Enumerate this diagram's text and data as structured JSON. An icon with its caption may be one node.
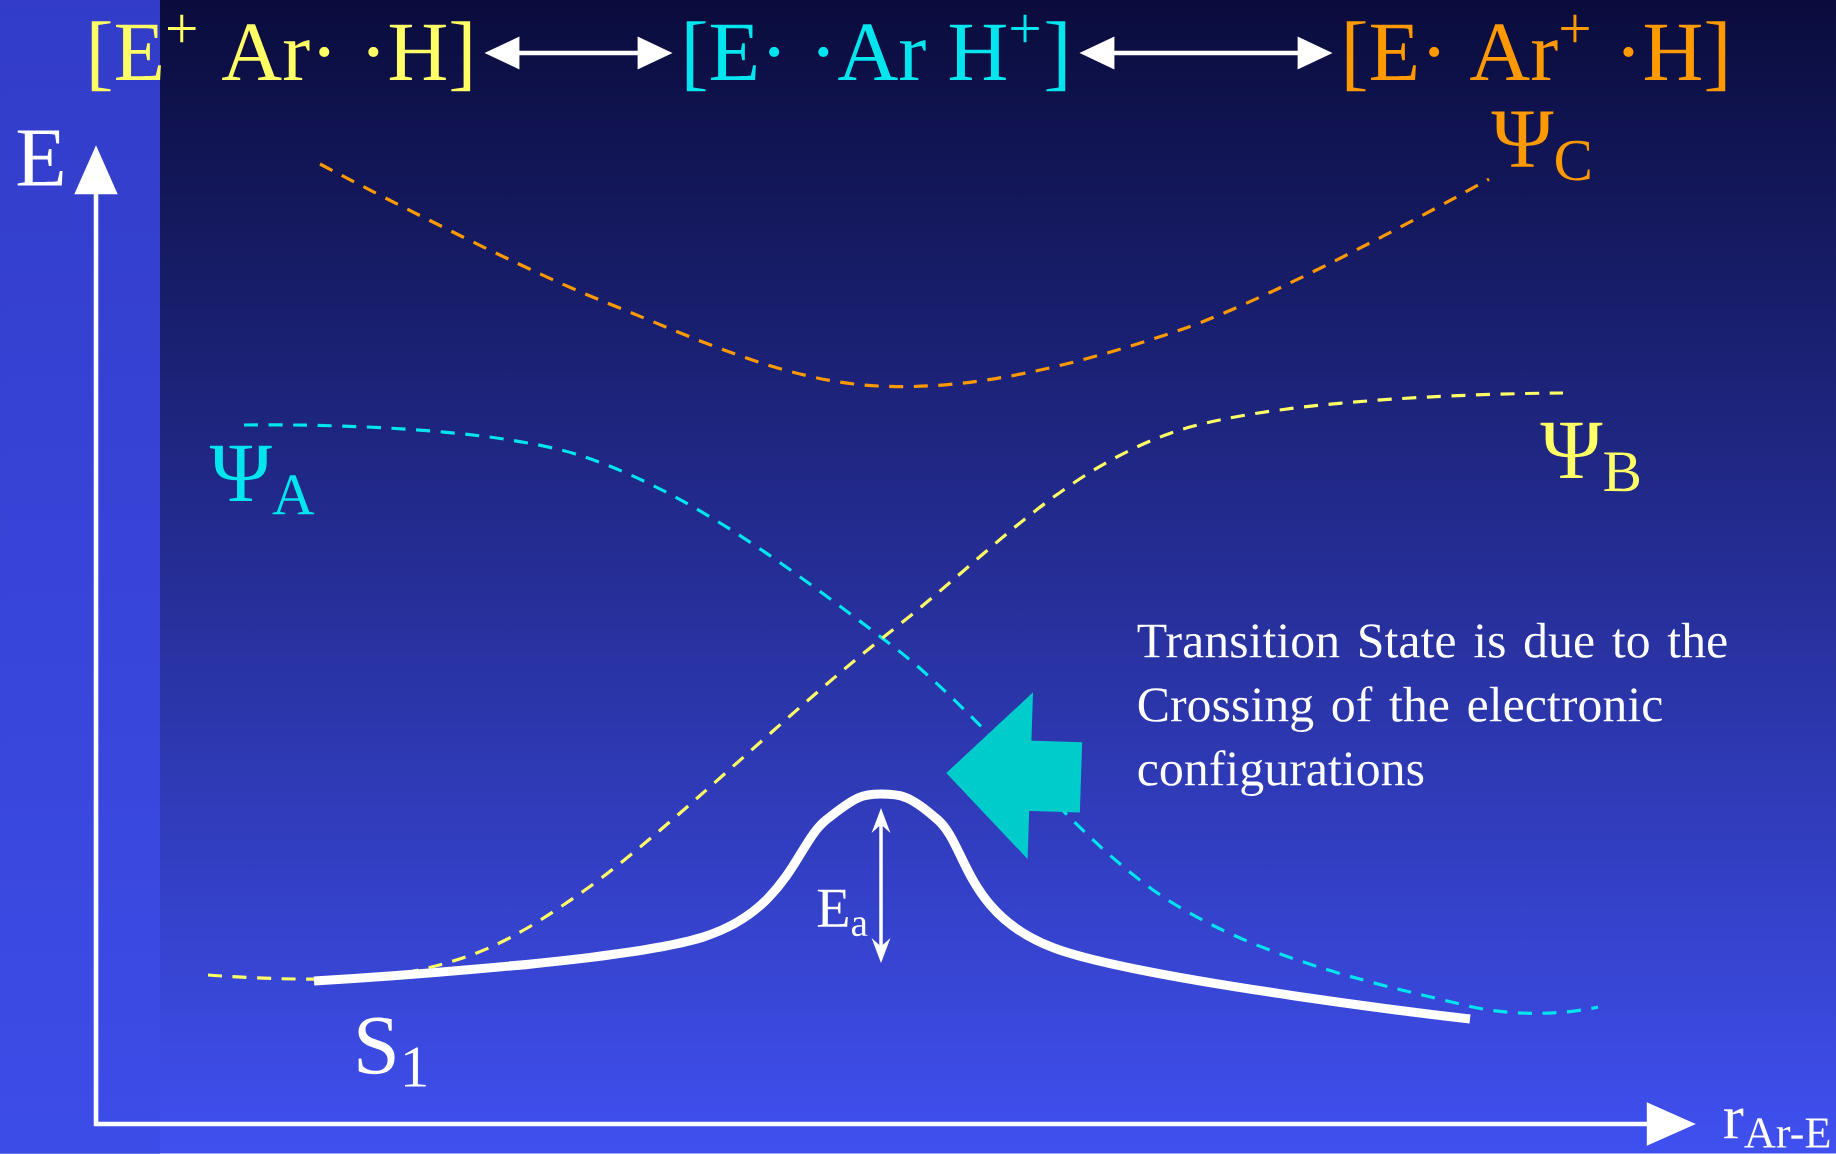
{
  "diagram": {
    "nodes": [
      {
        "text": [
          "[E$^{+}$  Ar· ·H]"
        ]
      },
      {
        "text": [
          "[E· ·Ar H$^{+}$]"
        ]
      },
      {
        "text": [
          "[E· Ar$^{+}$ ·H]"
        ]
      },
      {
        "text": [
          "Transition State is due to the Crossing of the electronic configurations"
        ]
      }
    ],
    "edges": [
      {
        "from": 0,
        "to": 1,
        "arrow": "both"
      },
      {
        "from": 1,
        "to": 2,
        "arrow": "both"
      },
      {
        "from": 3,
        "to": null,
        "arrow": "to",
        "style": "thick",
        "color": "#00cccc"
      }
    ],
    "labels": [
      "E",
      "Ψ$_{C}$",
      "Ψ$_{A}$",
      "Ψ$_{B}$",
      "E$_{a}$",
      "S$_{1}$",
      "r$_{Ar-E}$"
    ]
  }
}
